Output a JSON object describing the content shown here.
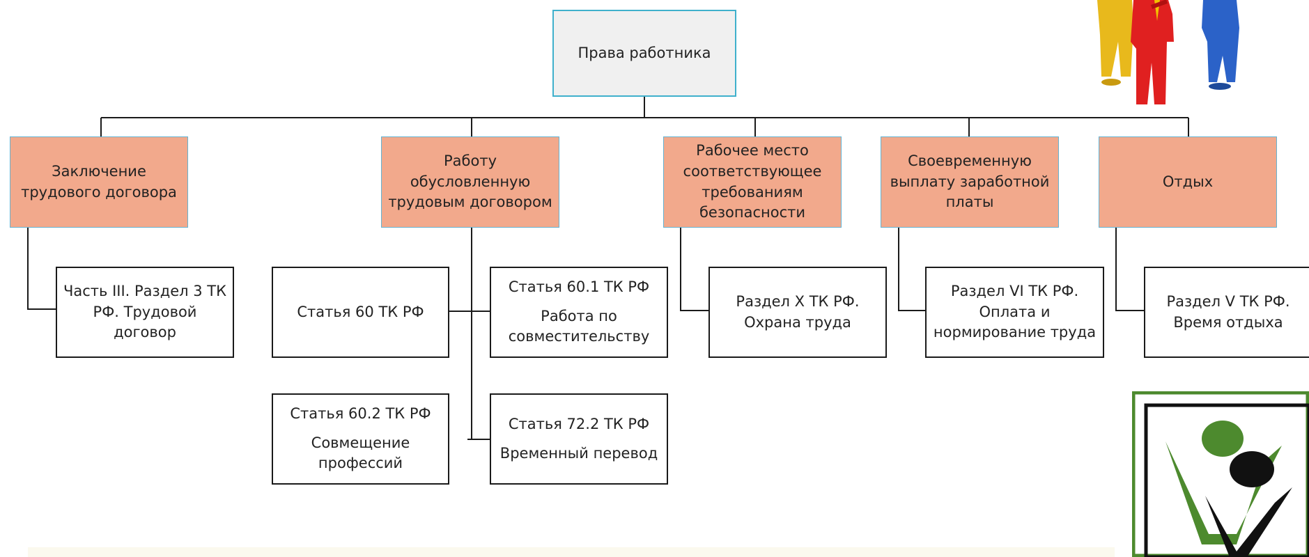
{
  "root": {
    "label": "Права работника"
  },
  "categories": [
    {
      "id": "contract",
      "lines": [
        "Заключение",
        "трудового договора"
      ]
    },
    {
      "id": "work",
      "lines": [
        "Работу",
        "обусловленную",
        "трудовым договором"
      ]
    },
    {
      "id": "workplace",
      "lines": [
        "Рабочее место",
        "соответствующее",
        "требованиям",
        "безопасности"
      ]
    },
    {
      "id": "salary",
      "lines": [
        "Своевременную",
        "выплату заработной",
        "платы"
      ]
    },
    {
      "id": "rest",
      "lines": [
        "Отдых"
      ]
    }
  ],
  "articles": {
    "contract_ref": {
      "lines": [
        "Часть III. Раздел 3 ТК",
        "РФ.  Трудовой",
        "договор"
      ]
    },
    "art60": {
      "lines": [
        "Статья 60 ТК РФ"
      ]
    },
    "art60_1": {
      "title": "Статья 60.1 ТК РФ",
      "lines": [
        "Работа по",
        "совместительству"
      ]
    },
    "art60_2": {
      "title": "Статья 60.2 ТК РФ",
      "lines": [
        "Совмещение",
        "профессий"
      ]
    },
    "art72_2": {
      "title": "Статья 72.2 ТК РФ",
      "lines": [
        "Временный перевод"
      ]
    },
    "workplace_ref": {
      "lines": [
        "Раздел X ТК РФ.",
        "Охрана труда"
      ]
    },
    "salary_ref": {
      "lines": [
        "Раздел VI ТК РФ.",
        "Оплата и",
        "нормирование труда"
      ]
    },
    "rest_ref": {
      "lines": [
        "Раздел V ТК РФ.",
        "Время отдыха"
      ]
    }
  },
  "colors": {
    "root_fill": "#f0f0f0",
    "root_border": "#3fb0cc",
    "category_fill": "#f2a98c",
    "category_border": "#64b3d2",
    "article_border": "#1a1a1a",
    "connector": "#1a1a1a",
    "logo_green": "#4d8a2e"
  },
  "images": {
    "figures": "yellow-red-blue-people-figures",
    "logo": "green-black-people-logo"
  }
}
